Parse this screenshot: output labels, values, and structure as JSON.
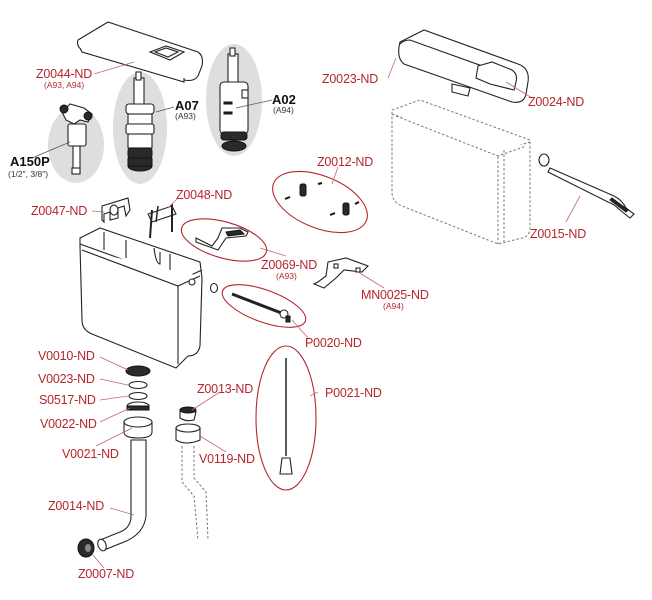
{
  "diagram": {
    "type": "exploded-parts-view",
    "subject": "toilet cistern spare parts",
    "colors": {
      "part_code": "#b5262e",
      "kit_code": "#111111",
      "highlight_ellipse": "#b5262e",
      "kit_background": "#dedede"
    },
    "parts": {
      "z0044": {
        "code": "Z0044-ND",
        "note": "(A93, A94)"
      },
      "a150p": {
        "code": "A150P",
        "note": "(1/2\", 3/8\")"
      },
      "a07": {
        "code": "A07",
        "note": "(A93)"
      },
      "a02": {
        "code": "A02",
        "note": "(A94)"
      },
      "z0023": {
        "code": "Z0023-ND"
      },
      "z0024": {
        "code": "Z0024-ND"
      },
      "z0012": {
        "code": "Z0012-ND"
      },
      "z0047": {
        "code": "Z0047-ND"
      },
      "z0048": {
        "code": "Z0048-ND"
      },
      "z0069": {
        "code": "Z0069-ND",
        "note": "(A93)"
      },
      "z0015": {
        "code": "Z0015-ND"
      },
      "mn0025": {
        "code": "MN0025-ND",
        "note": "(A94)"
      },
      "p0020": {
        "code": "P0020-ND"
      },
      "p0021": {
        "code": "P0021-ND"
      },
      "v0010": {
        "code": "V0010-ND"
      },
      "v0023": {
        "code": "V0023-ND"
      },
      "s0517": {
        "code": "S0517-ND"
      },
      "v0022": {
        "code": "V0022-ND"
      },
      "v0021": {
        "code": "V0021-ND"
      },
      "z0013": {
        "code": "Z0013-ND"
      },
      "v0119": {
        "code": "V0119-ND"
      },
      "z0014": {
        "code": "Z0014-ND"
      },
      "z0007": {
        "code": "Z0007-ND"
      }
    }
  }
}
